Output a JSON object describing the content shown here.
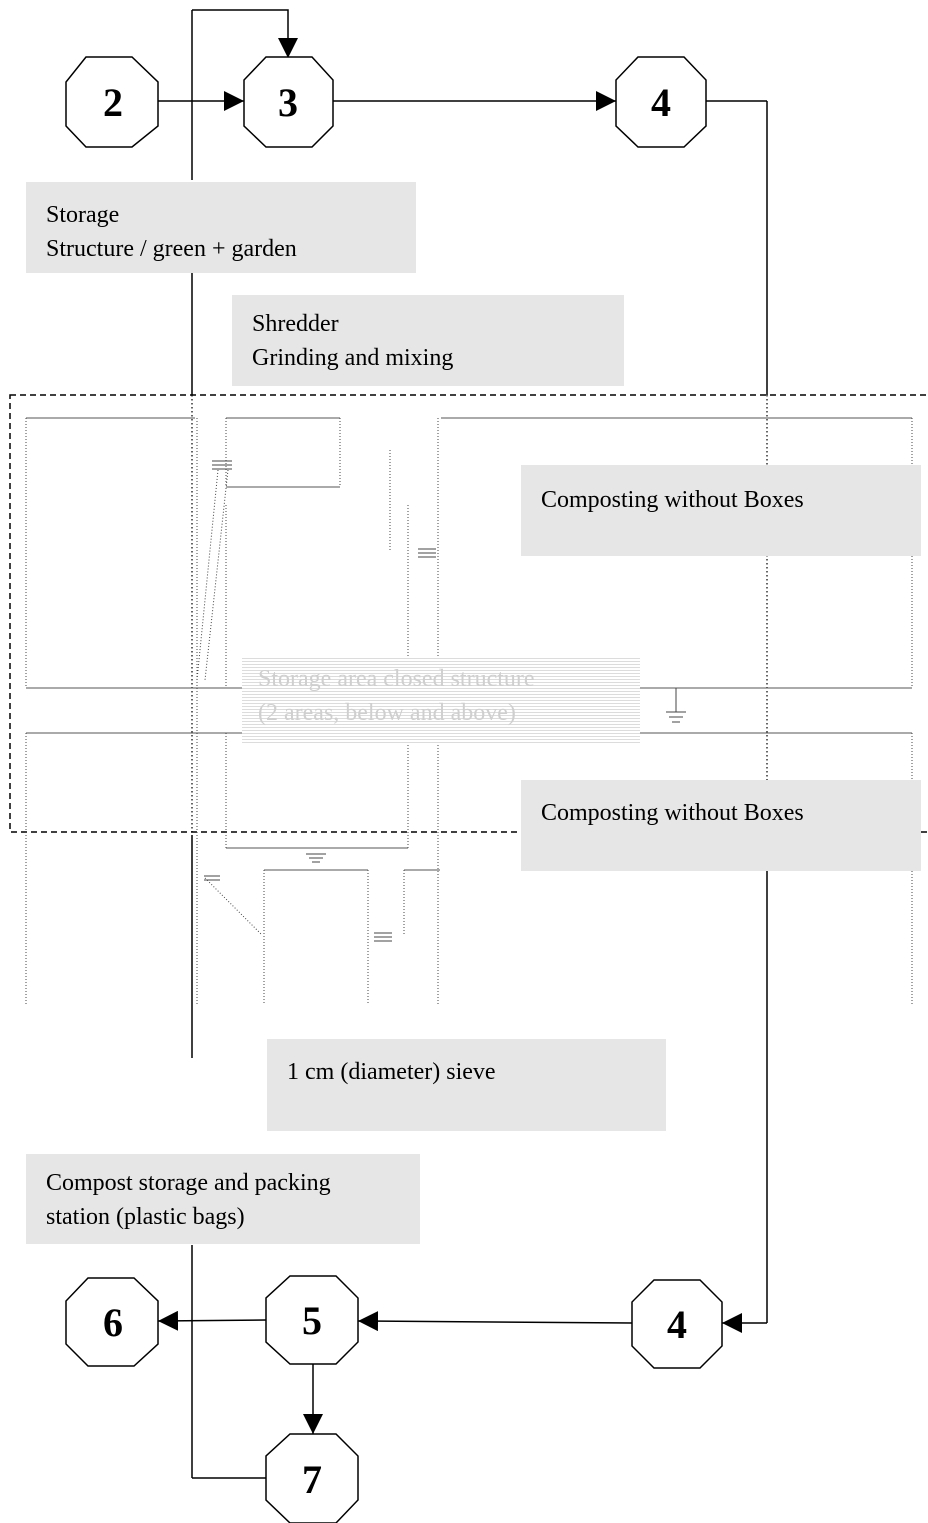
{
  "nodes": {
    "n2": "2",
    "n3": "3",
    "n4_top": "4",
    "n4_bottom": "4",
    "n5": "5",
    "n6": "6",
    "n7": "7"
  },
  "labels": {
    "storage_line1": "Storage",
    "storage_line2": "Structure / green + garden",
    "shredder_line1": "Shredder",
    "shredder_line2": "Grinding and mixing",
    "composting_top": "Composting without Boxes",
    "composting_bottom": "Composting without Boxes",
    "storage_area_line1": "Storage area closed structure",
    "storage_area_line2": "(2 areas, below and above)",
    "sieve": "1 cm (diameter) sieve",
    "packing_line1": "Compost storage and packing",
    "packing_line2": "station (plastic bags)"
  },
  "colors": {
    "label_bg": "#e6e6e6",
    "line": "#000000"
  }
}
